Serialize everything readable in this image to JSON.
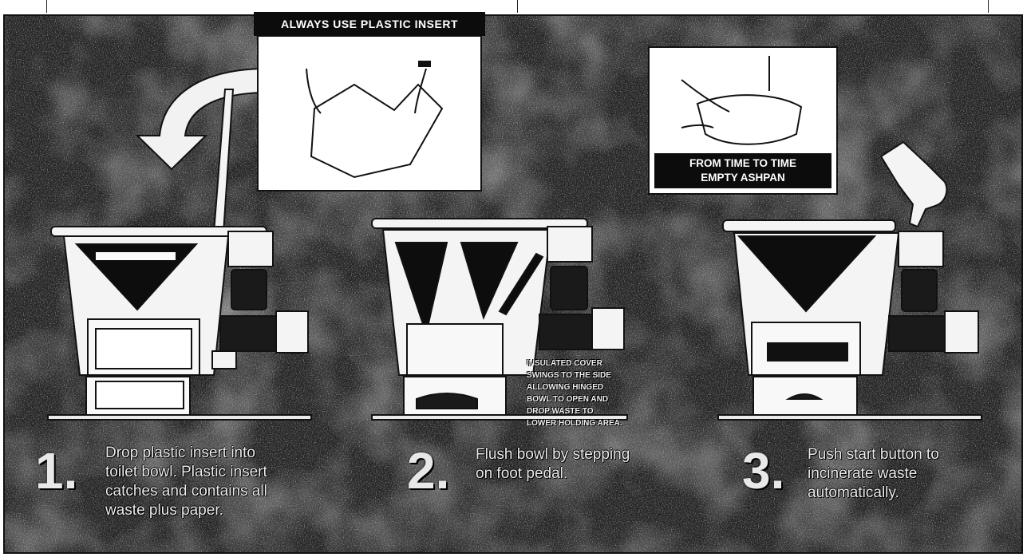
{
  "header": {
    "label": "ALWAYS USE PLASTIC INSERT"
  },
  "inset_ashpan": {
    "caption_line1": "FROM TIME TO TIME",
    "caption_line2": "EMPTY ASHPAN"
  },
  "side_note": {
    "lines": [
      "INSULATED COVER",
      "SWINGS TO THE SIDE",
      "ALLOWING HINGED",
      "BOWL TO OPEN AND",
      "DROP WASTE TO",
      "LOWER HOLDING AREA."
    ]
  },
  "steps": [
    {
      "number": "1.",
      "lines": [
        "Drop plastic insert into",
        "toilet bowl.  Plastic insert",
        "catches and contains all",
        "waste plus paper."
      ]
    },
    {
      "number": "2.",
      "lines": [
        "Flush bowl by stepping",
        "on foot pedal."
      ]
    },
    {
      "number": "3.",
      "lines": [
        "Push start button to",
        "incinerate waste",
        "automatically."
      ]
    }
  ],
  "colors": {
    "panel": "#2b2b2b",
    "label_bg": "#0c0c0c",
    "text": "#ececec"
  }
}
